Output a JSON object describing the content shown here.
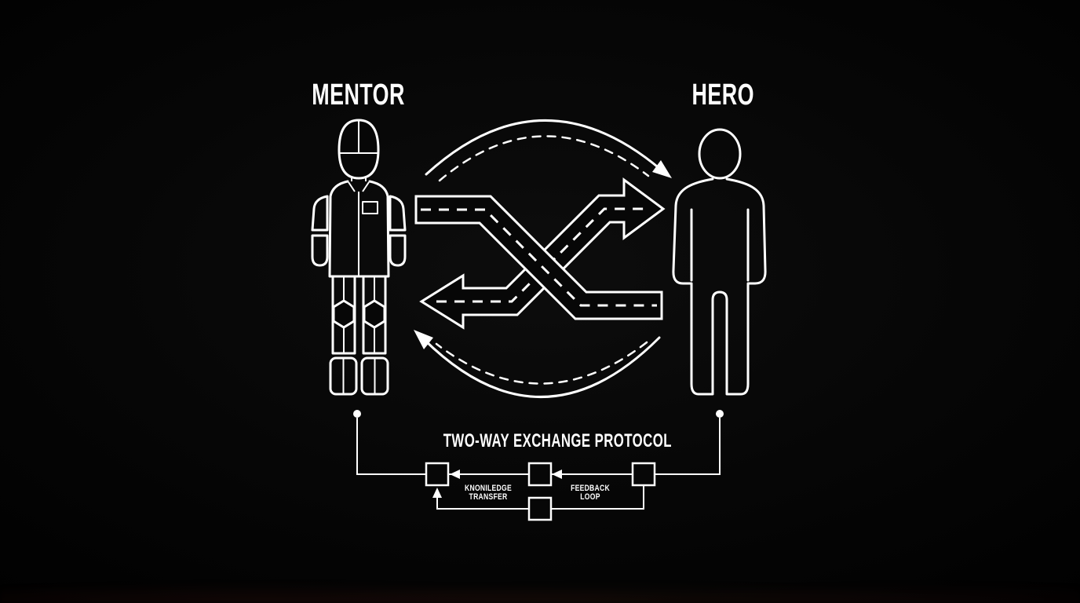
{
  "colors": {
    "background": "#070707",
    "line": "#ffffff",
    "floor_tint": "#3c140f"
  },
  "labels": {
    "mentor": "MENTOR",
    "hero": "HERO",
    "title": "TWO-WAY EXCHANGE PROTOCOL",
    "knowledge_transfer": {
      "line1": "KNONILEDGE",
      "line2": "TRANSFER"
    },
    "feedback_loop": {
      "line1": "FEEDBACK",
      "line2": "LOOP"
    }
  },
  "diagram": {
    "entities": [
      "MENTOR",
      "HERO"
    ],
    "flows": [
      {
        "label": "KNONILEDGE TRANSFER",
        "style": "crossing road arrow, dashed centerline"
      },
      {
        "label": "FEEDBACK LOOP",
        "style": "crossing road arrow, dashed centerline"
      },
      {
        "label": "cycle",
        "style": "circular dashed arrows, clockwise"
      }
    ],
    "flowchart_nodes": 4
  },
  "icons": {
    "mentor_figure": "mentor-figure-icon",
    "hero_figure": "hero-figure-icon",
    "crossing_roads": "crossing-exchange-arrows-icon",
    "cycle_top": "cycle-arrow-top-icon",
    "cycle_bottom": "cycle-arrow-bottom-icon",
    "flow_box": "flowchart-node",
    "anchor": "anchor-dot"
  }
}
